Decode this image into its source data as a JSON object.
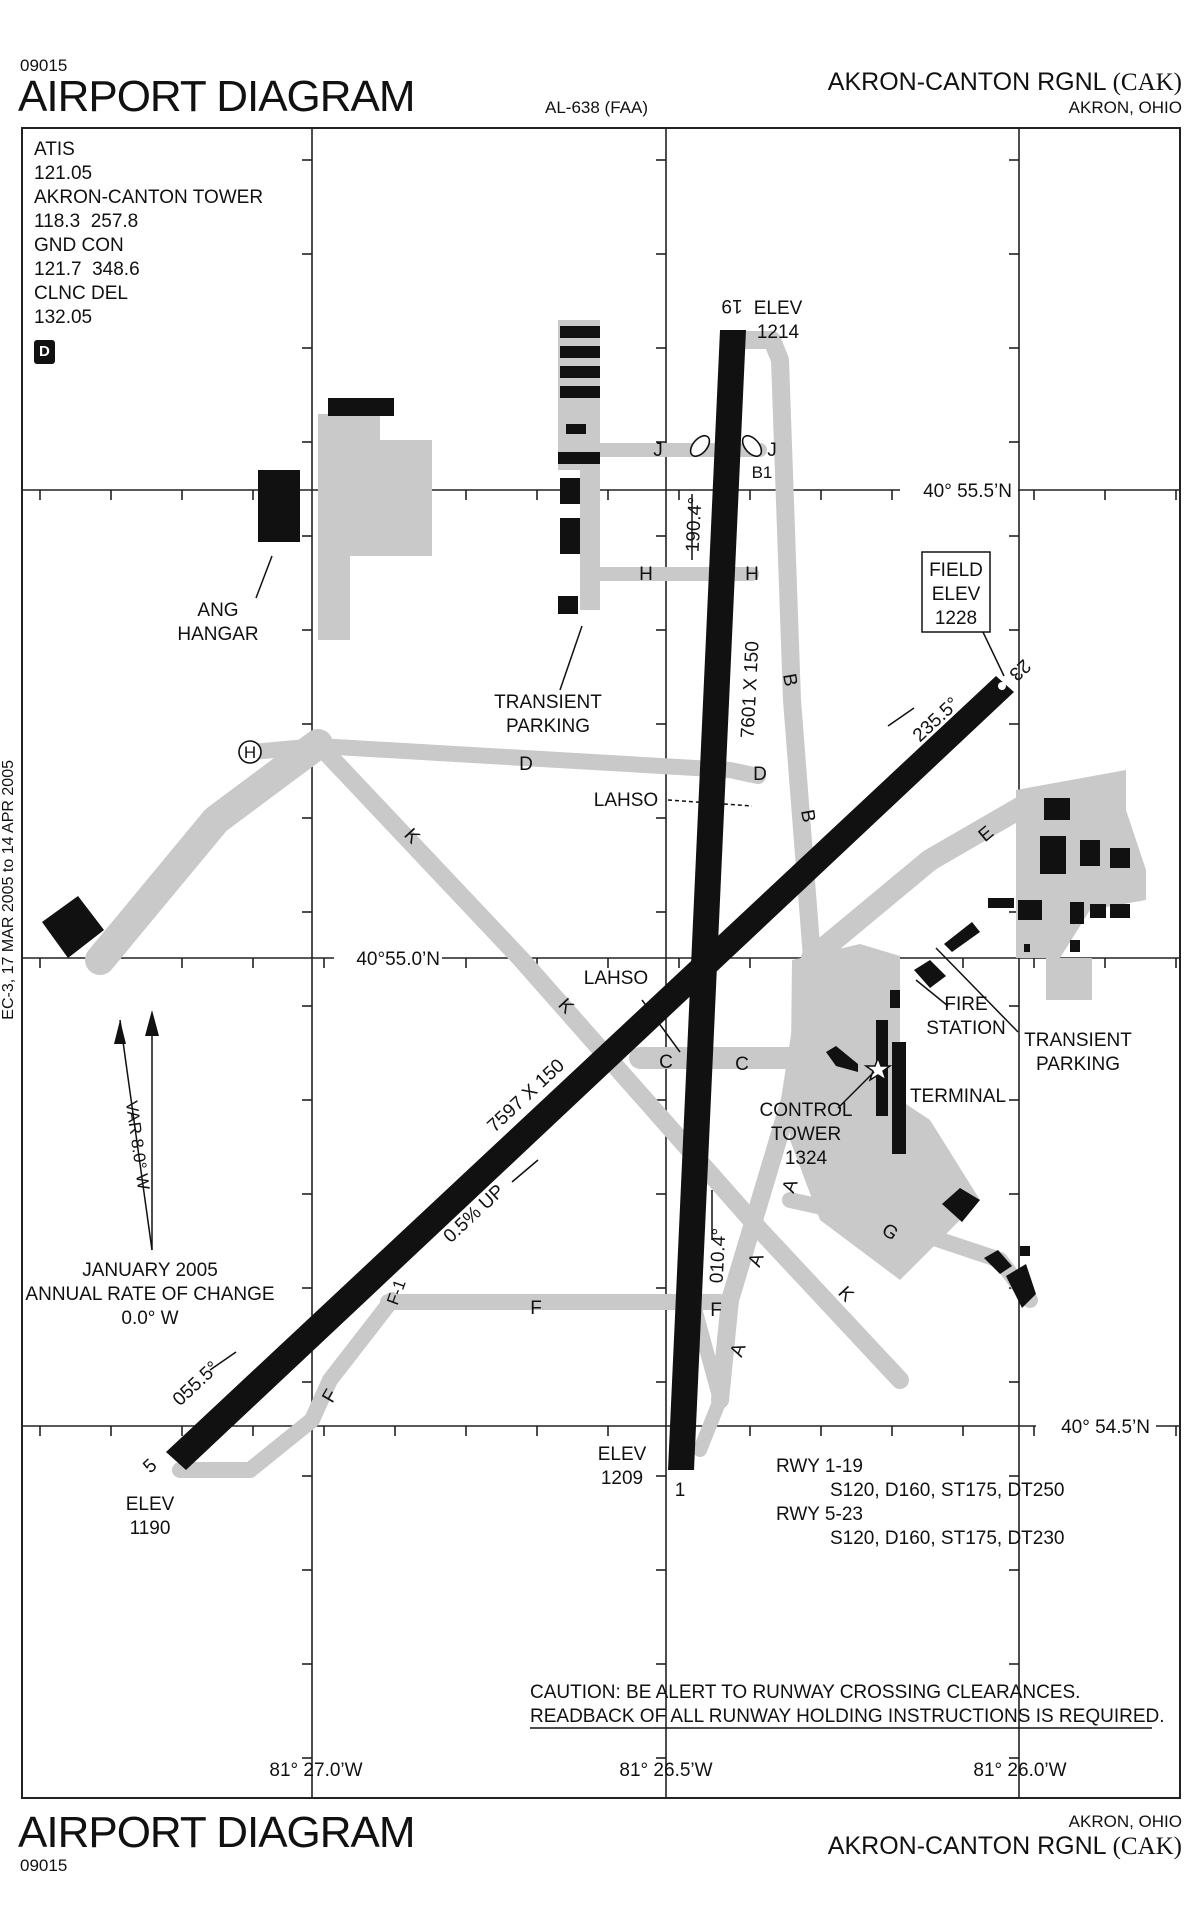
{
  "header": {
    "volume_code": "09015",
    "title": "AIRPORT DIAGRAM",
    "chart_id": "AL-638 (FAA)",
    "airport_name": "AKRON-CANTON RGNL",
    "airport_code": "(CAK)",
    "city_state": "AKRON, OHIO"
  },
  "frequencies": {
    "atis_label": "ATIS",
    "atis_freq": "121.05",
    "tower_label": "AKRON-CANTON TOWER",
    "tower_freq": "118.3  257.8",
    "gnd_label": "GND CON",
    "gnd_freq": "121.7  348.6",
    "clnc_label": "CLNC DEL",
    "clnc_freq": "132.05",
    "class_badge": "D"
  },
  "runways": {
    "rwy_1_19": {
      "end_19": "19",
      "elev_19_label": "ELEV",
      "elev_19": "1214",
      "end_1": "1",
      "elev_1_label": "ELEV",
      "elev_1": "1209",
      "dimensions": "7601 X 150",
      "heading_north": "190.4°",
      "heading_south": "010.4°"
    },
    "rwy_5_23": {
      "end_23": "23",
      "end_5": "5",
      "elev_5_label": "ELEV",
      "elev_5": "1190",
      "dimensions": "7597 X 150",
      "heading_ne": "235.5°",
      "heading_sw": "055.5°",
      "slope": "0.5% UP"
    }
  },
  "taxiways": {
    "A": "A",
    "B": "B",
    "B1": "B1",
    "C": "C",
    "D": "D",
    "E": "E",
    "F": "F",
    "F1": "F-1",
    "G": "G",
    "H": "H",
    "J": "J",
    "K": "K"
  },
  "labels": {
    "field_elev_l1": "FIELD",
    "field_elev_l2": "ELEV",
    "field_elev_val": "1228",
    "ang_hangar_l1": "ANG",
    "ang_hangar_l2": "HANGAR",
    "transient_parking_l1": "TRANSIENT",
    "transient_parking_l2": "PARKING",
    "lahso": "LAHSO",
    "fire_station_l1": "FIRE",
    "fire_station_l2": "STATION",
    "control_tower_l1": "CONTROL",
    "control_tower_l2": "TOWER",
    "control_tower_elev": "1324",
    "terminal": "TERMINAL",
    "heliport": "H"
  },
  "magnetic": {
    "var": "VAR 8.0° W",
    "date": "JANUARY 2005",
    "rate_label": "ANNUAL RATE OF CHANGE",
    "rate": "0.0° W"
  },
  "coordinates": {
    "lat_1": "40° 55.5’N",
    "lat_2": "40°55.0’N",
    "lat_3": "40° 54.5’N",
    "lon_1": "81° 27.0’W",
    "lon_2": "81° 26.5’W",
    "lon_3": "81° 26.0’W"
  },
  "strength": {
    "rwy_1_19_label": "RWY 1-19",
    "rwy_1_19_values": "S120, D160, ST175, DT250",
    "rwy_5_23_label": "RWY 5-23",
    "rwy_5_23_values": "S120, D160, ST175, DT230"
  },
  "caution": {
    "line1": "CAUTION:  BE ALERT TO RUNWAY CROSSING CLEARANCES.",
    "line2": "READBACK OF ALL RUNWAY HOLDING INSTRUCTIONS IS REQUIRED."
  },
  "side_note": "EC-3, 17 MAR 2005 to 14 APR 2005"
}
